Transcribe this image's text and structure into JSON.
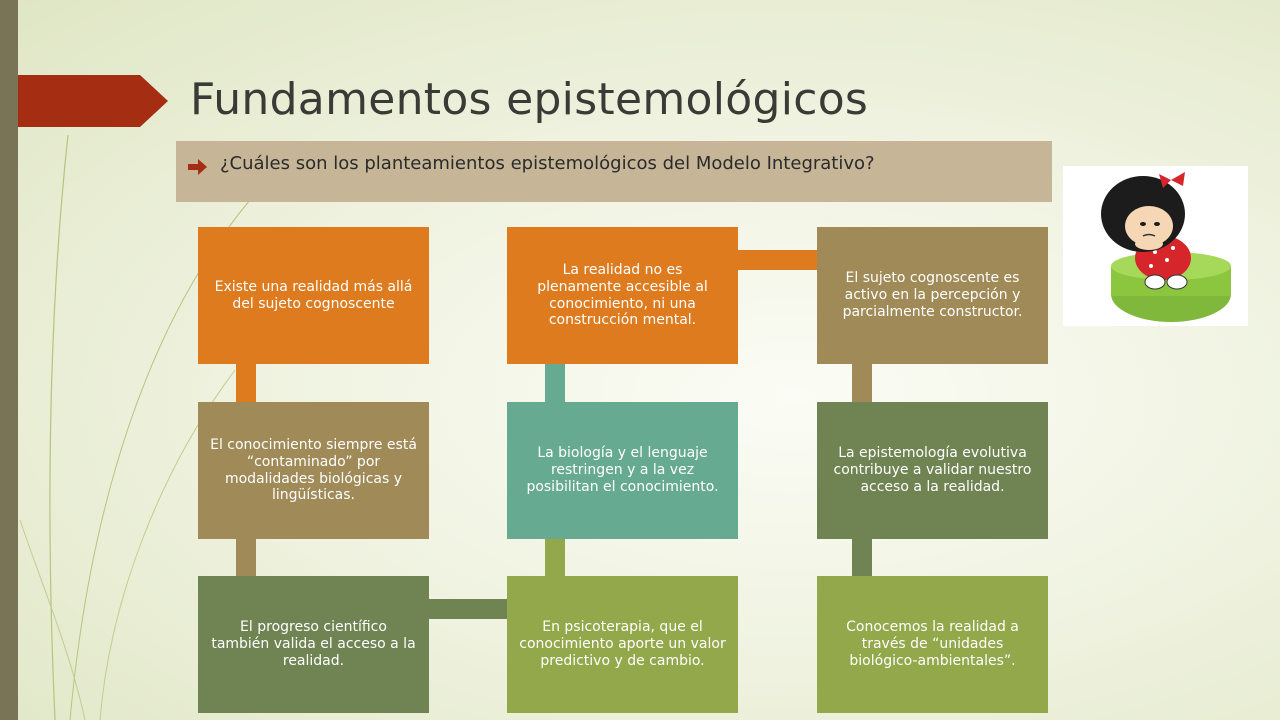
{
  "slide": {
    "title": "Fundamentos epistemológicos",
    "question": "¿Cuáles son los planteamientos epistemológicos del Modelo Integrativo?"
  },
  "diagram": {
    "col1": [
      "Existe una realidad más allá del sujeto cognoscente",
      "El conocimiento siempre está “contaminado” por modalidades biológicas y lingüísticas.",
      "El progreso científico también valida el acceso a la realidad."
    ],
    "col2": [
      "La realidad no es plenamente accesible al conocimiento, ni una construcción mental.",
      "La biología y el lenguaje restringen y a la vez posibilitan el conocimiento.",
      "En psicoterapia, que el conocimiento aporte un valor predictivo y de cambio."
    ],
    "col3": [
      "El sujeto cognoscente es activo en la percepción y parcialmente constructor.",
      "La epistemología evolutiva contribuye a validar nuestro acceso a la realidad.",
      "Conocemos la realidad a través de “unidades biológico-ambientales”."
    ]
  },
  "colors": {
    "orange": "#de7b1f",
    "brown": "#a08a58",
    "dark_green": "#6f8452",
    "light_green": "#93a84b",
    "teal": "#66ab91",
    "accent_red": "#a42d12",
    "question_bar": "#c6b596"
  },
  "icons": {
    "bullet": "arrow-bullet-icon",
    "cartoon": "mafalda-cartoon"
  }
}
